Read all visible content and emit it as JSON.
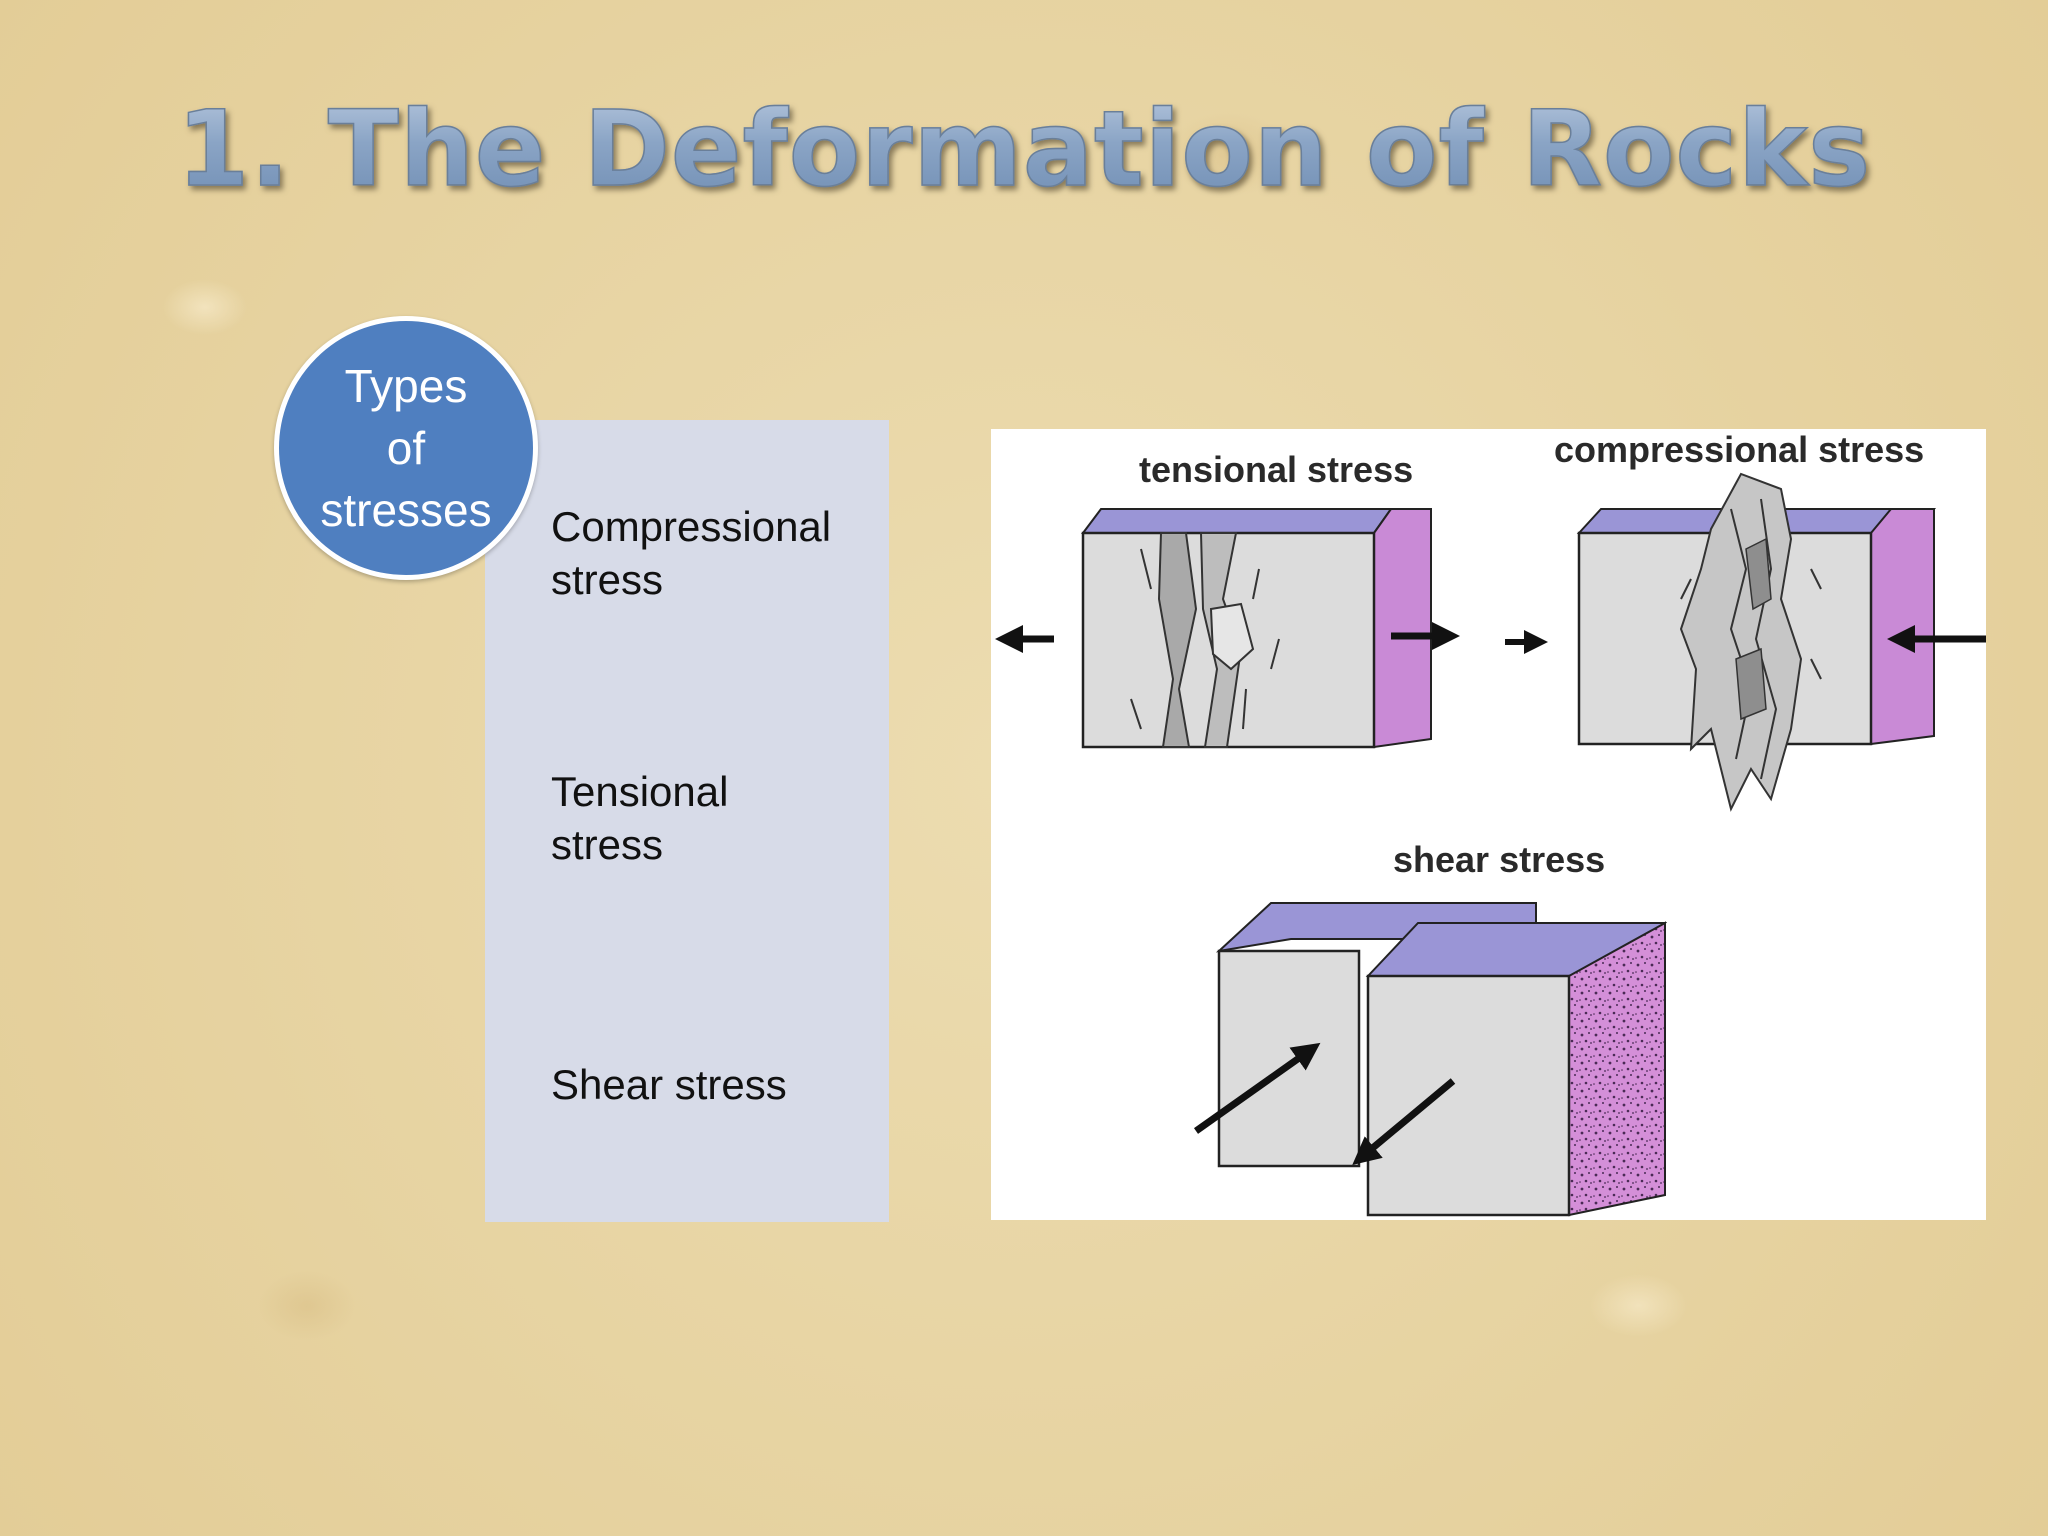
{
  "slide": {
    "title": "1. The Deformation of Rocks",
    "badge": "Types\nof\nstresses",
    "items": [
      "Compressional\nstress",
      "Tensional\nstress",
      "Shear stress"
    ]
  },
  "figure": {
    "labels": {
      "tensional": "tensional stress",
      "compressional": "compressional stress",
      "shear": "shear stress"
    }
  },
  "colors": {
    "badge": "#4f7fc0",
    "panel": "#d7dbe8",
    "block_top": "#9a95d6",
    "block_side": "#c98ad6",
    "block_face": "#dcdcdc"
  }
}
